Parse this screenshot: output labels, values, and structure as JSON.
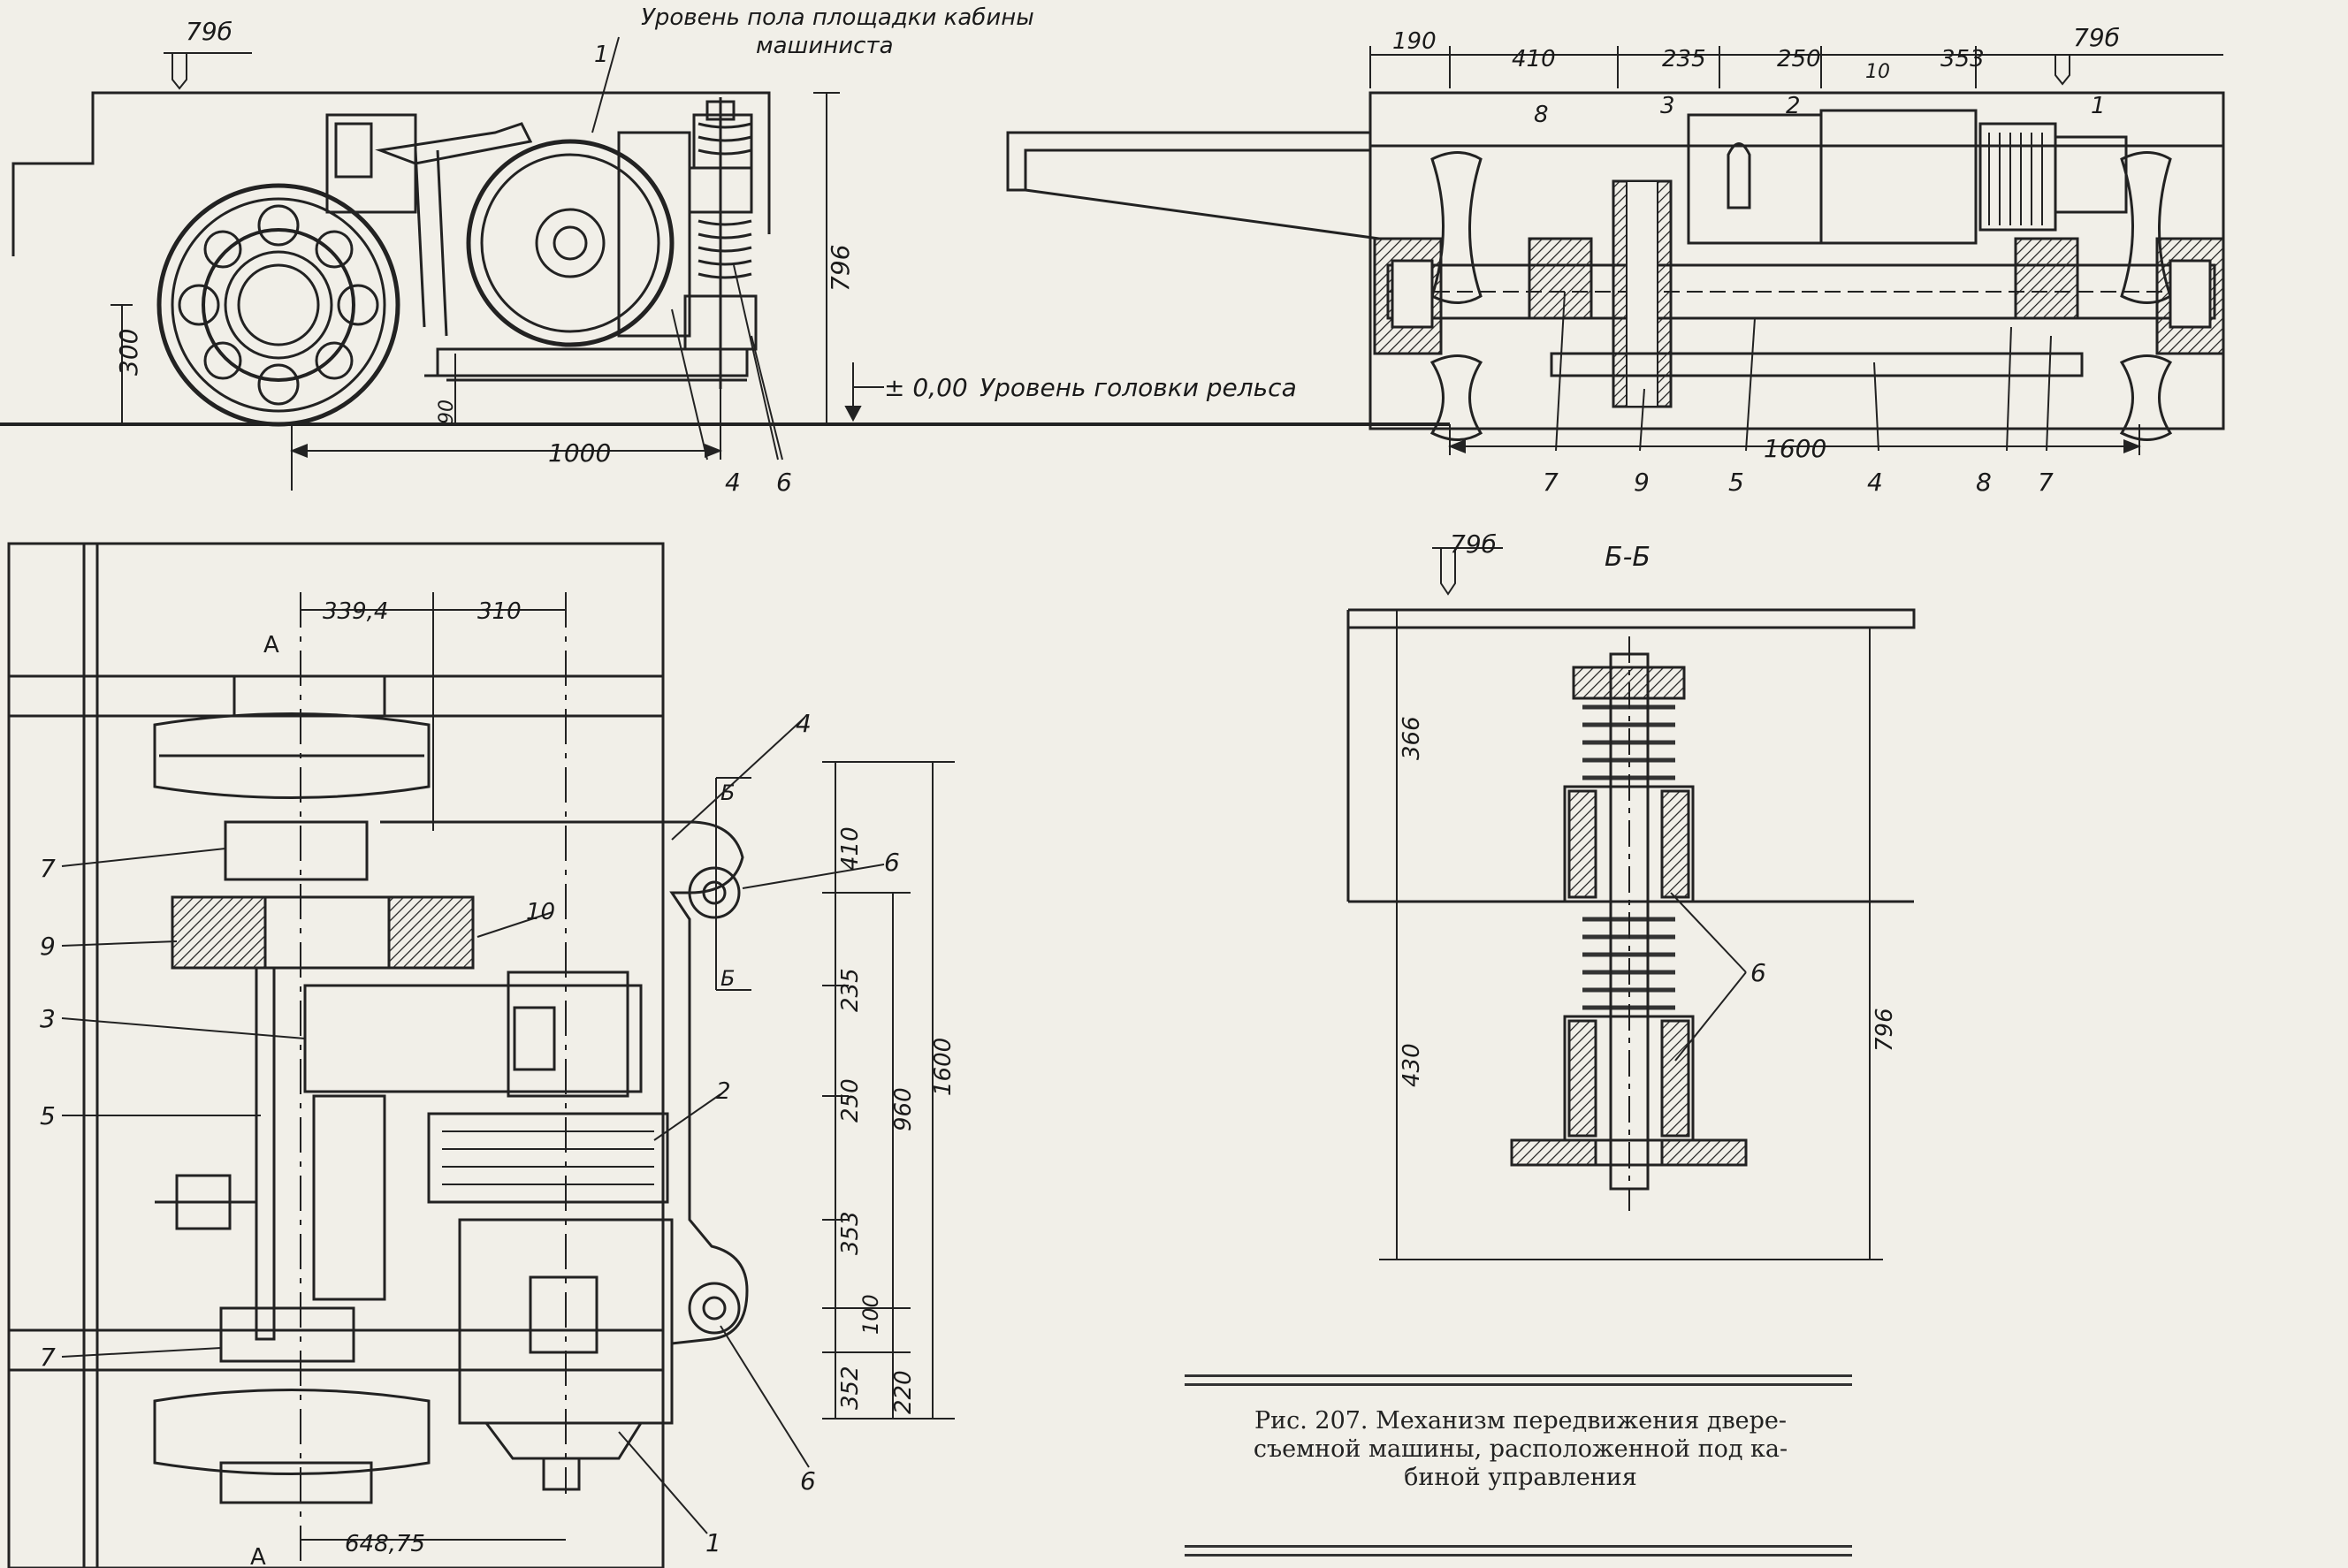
{
  "top_left_view": {
    "elevation_mark": "79б",
    "floor_label_line1": "Уровень пола площадки кабины",
    "floor_label_line2": "машиниста",
    "rail_level_mark": "± 0,00",
    "rail_level_label": "Уровень головки рельса",
    "dims": {
      "height_796": "796",
      "height_300": "300",
      "gap_90": "90",
      "base_1000": "1000"
    },
    "callouts": {
      "c1": "1",
      "c4": "4",
      "c6": "6"
    }
  },
  "top_right_view": {
    "elevation_mark": "79б",
    "dims": {
      "d190": "190",
      "d410": "410",
      "d235": "235",
      "d250": "250",
      "d10": "10",
      "d353": "353",
      "d1600": "1600"
    },
    "callouts": {
      "c1": "1",
      "c2": "2",
      "c3": "3",
      "c8a": "8",
      "c7a": "7",
      "c9": "9",
      "c5": "5",
      "c4": "4",
      "c8b": "8",
      "c7b": "7"
    }
  },
  "plan_view": {
    "section_mark_A_top": "А",
    "section_mark_A_bottom": "А",
    "section_mark_B_top": "Б",
    "section_mark_B_bottom": "Б",
    "dims": {
      "d339": "339,4",
      "d310": "310",
      "d410": "410",
      "d235": "235",
      "d250": "250",
      "d353": "353",
      "d352": "352",
      "d100": "100",
      "d220": "220",
      "d960": "960",
      "d1600": "1600",
      "d648": "648,75"
    },
    "callouts": {
      "c7a": "7",
      "c9": "9",
      "c3": "3",
      "c5": "5",
      "c7b": "7",
      "c4": "4",
      "c6a": "6",
      "c10": "10",
      "c2": "2",
      "c6b": "6",
      "c1": "1"
    }
  },
  "section_view": {
    "title": "Б-Б",
    "elevation_mark": "79б",
    "dims": {
      "d366": "366",
      "d430": "430",
      "d796": "796"
    },
    "callout_6": "6"
  },
  "caption": {
    "line1": "Рис. 207. Механизм передвижения двере-",
    "line2": "съемной машины, расположенной под ка-",
    "line3": "биной управления"
  }
}
